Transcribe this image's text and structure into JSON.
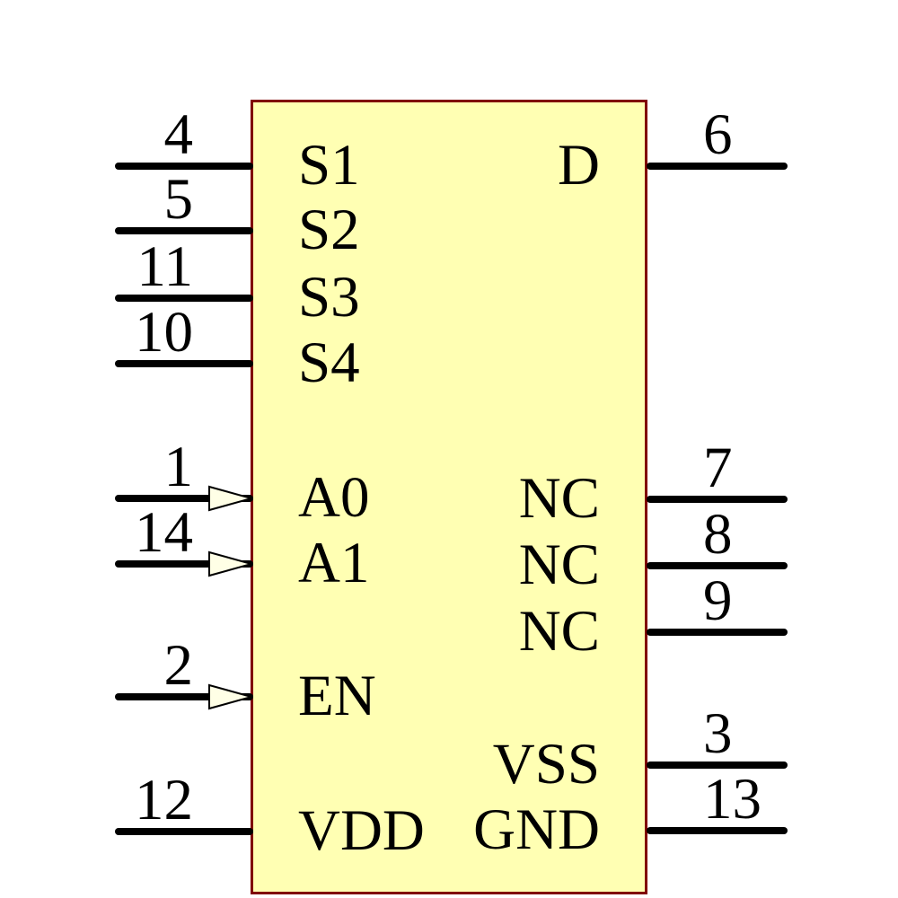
{
  "colors": {
    "background": "#FFFFFF",
    "body_fill": "#FFFFB3",
    "body_border": "#800000",
    "pin_line": "#000000",
    "arrow_fill": "#FFFFE6",
    "text": "#000000"
  },
  "component": {
    "kind": "ic-schematic-symbol",
    "left_pins": [
      {
        "number": "4",
        "label": "S1"
      },
      {
        "number": "5",
        "label": "S2"
      },
      {
        "number": "11",
        "label": "S3"
      },
      {
        "number": "10",
        "label": "S4"
      },
      {
        "number": "1",
        "label": "A0"
      },
      {
        "number": "14",
        "label": "A1"
      },
      {
        "number": "2",
        "label": "EN"
      },
      {
        "number": "12",
        "label": "VDD"
      }
    ],
    "right_pins": [
      {
        "number": "6",
        "label": "D"
      },
      {
        "number": "7",
        "label": "NC"
      },
      {
        "number": "8",
        "label": "NC"
      },
      {
        "number": "9",
        "label": "NC"
      },
      {
        "number": "3",
        "label": "VSS"
      },
      {
        "number": "13",
        "label": "GND"
      }
    ]
  }
}
